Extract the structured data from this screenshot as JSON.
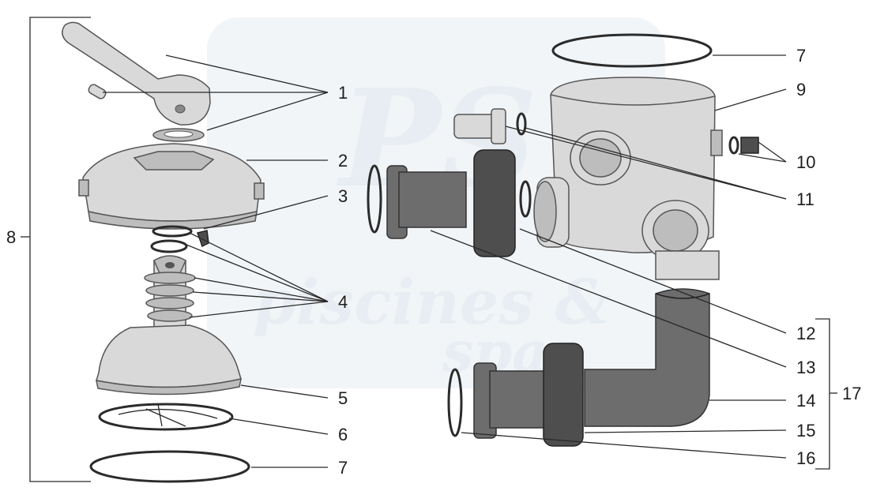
{
  "watermark": {
    "line1": "piscines &",
    "line2": "spas",
    "logo": "PS"
  },
  "labels": {
    "l1": "1",
    "l2": "2",
    "l3": "3",
    "l4": "4",
    "l5": "5",
    "l6": "6",
    "l7a": "7",
    "l7b": "7",
    "l8": "8",
    "l9": "9",
    "l10": "10",
    "l11": "11",
    "l12": "12",
    "l13": "13",
    "l14": "14",
    "l15": "15",
    "l16": "16",
    "l17": "17"
  }
}
